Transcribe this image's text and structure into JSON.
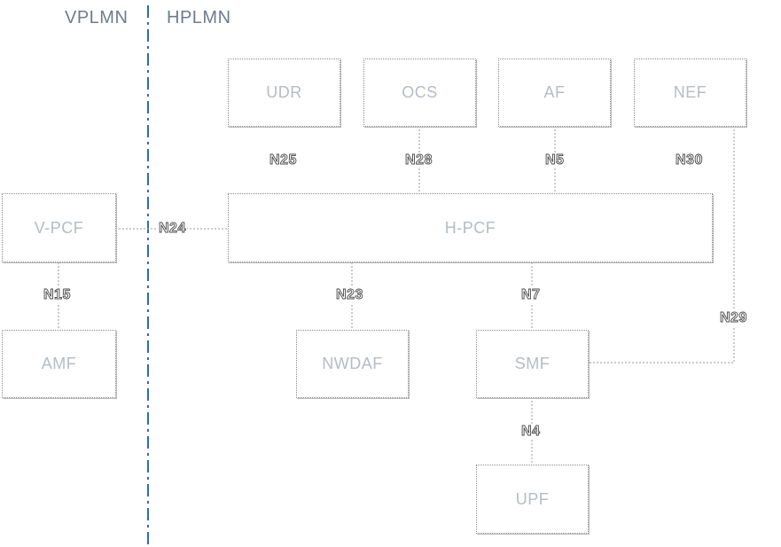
{
  "regions": {
    "vplmn": "VPLMN",
    "hplmn": "HPLMN"
  },
  "nodes": {
    "udr": "UDR",
    "ocs": "OCS",
    "af": "AF",
    "nef": "NEF",
    "vpcf": "V-PCF",
    "hpcf": "H-PCF",
    "amf": "AMF",
    "nwdaf": "NWDAF",
    "smf": "SMF",
    "upf": "UPF"
  },
  "interfaces": {
    "n25": "N25",
    "n28": "N28",
    "n5": "N5",
    "n30": "N30",
    "n24": "N24",
    "n15": "N15",
    "n23": "N23",
    "n7": "N7",
    "n29": "N29",
    "n4": "N4"
  },
  "colors": {
    "divider": "#2a6db5",
    "connector": "#9a9a9a"
  }
}
